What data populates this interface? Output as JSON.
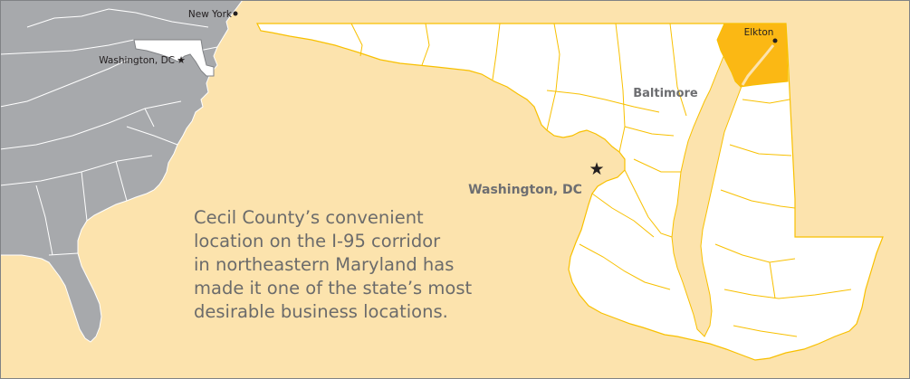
{
  "map": {
    "caption": [
      "Cecil County’s convenient",
      "location on the I-95 corridor",
      "in northeastern Maryland has",
      "made it one of the state’s most",
      "desirable business locations."
    ],
    "inset_cities": {
      "new_york": "New York",
      "washington": "Washington, DC"
    },
    "md_cities": {
      "baltimore": "Baltimore",
      "washington": "Washington, DC",
      "elkton": "Elkton"
    },
    "colors": {
      "background": "#fce3ad",
      "land_gray": "#a7a9ac",
      "maryland": "#ffffff",
      "border": "#f8c000",
      "highlight": "#fbb814",
      "label": "#6d6e71",
      "frame": "#808285"
    }
  }
}
